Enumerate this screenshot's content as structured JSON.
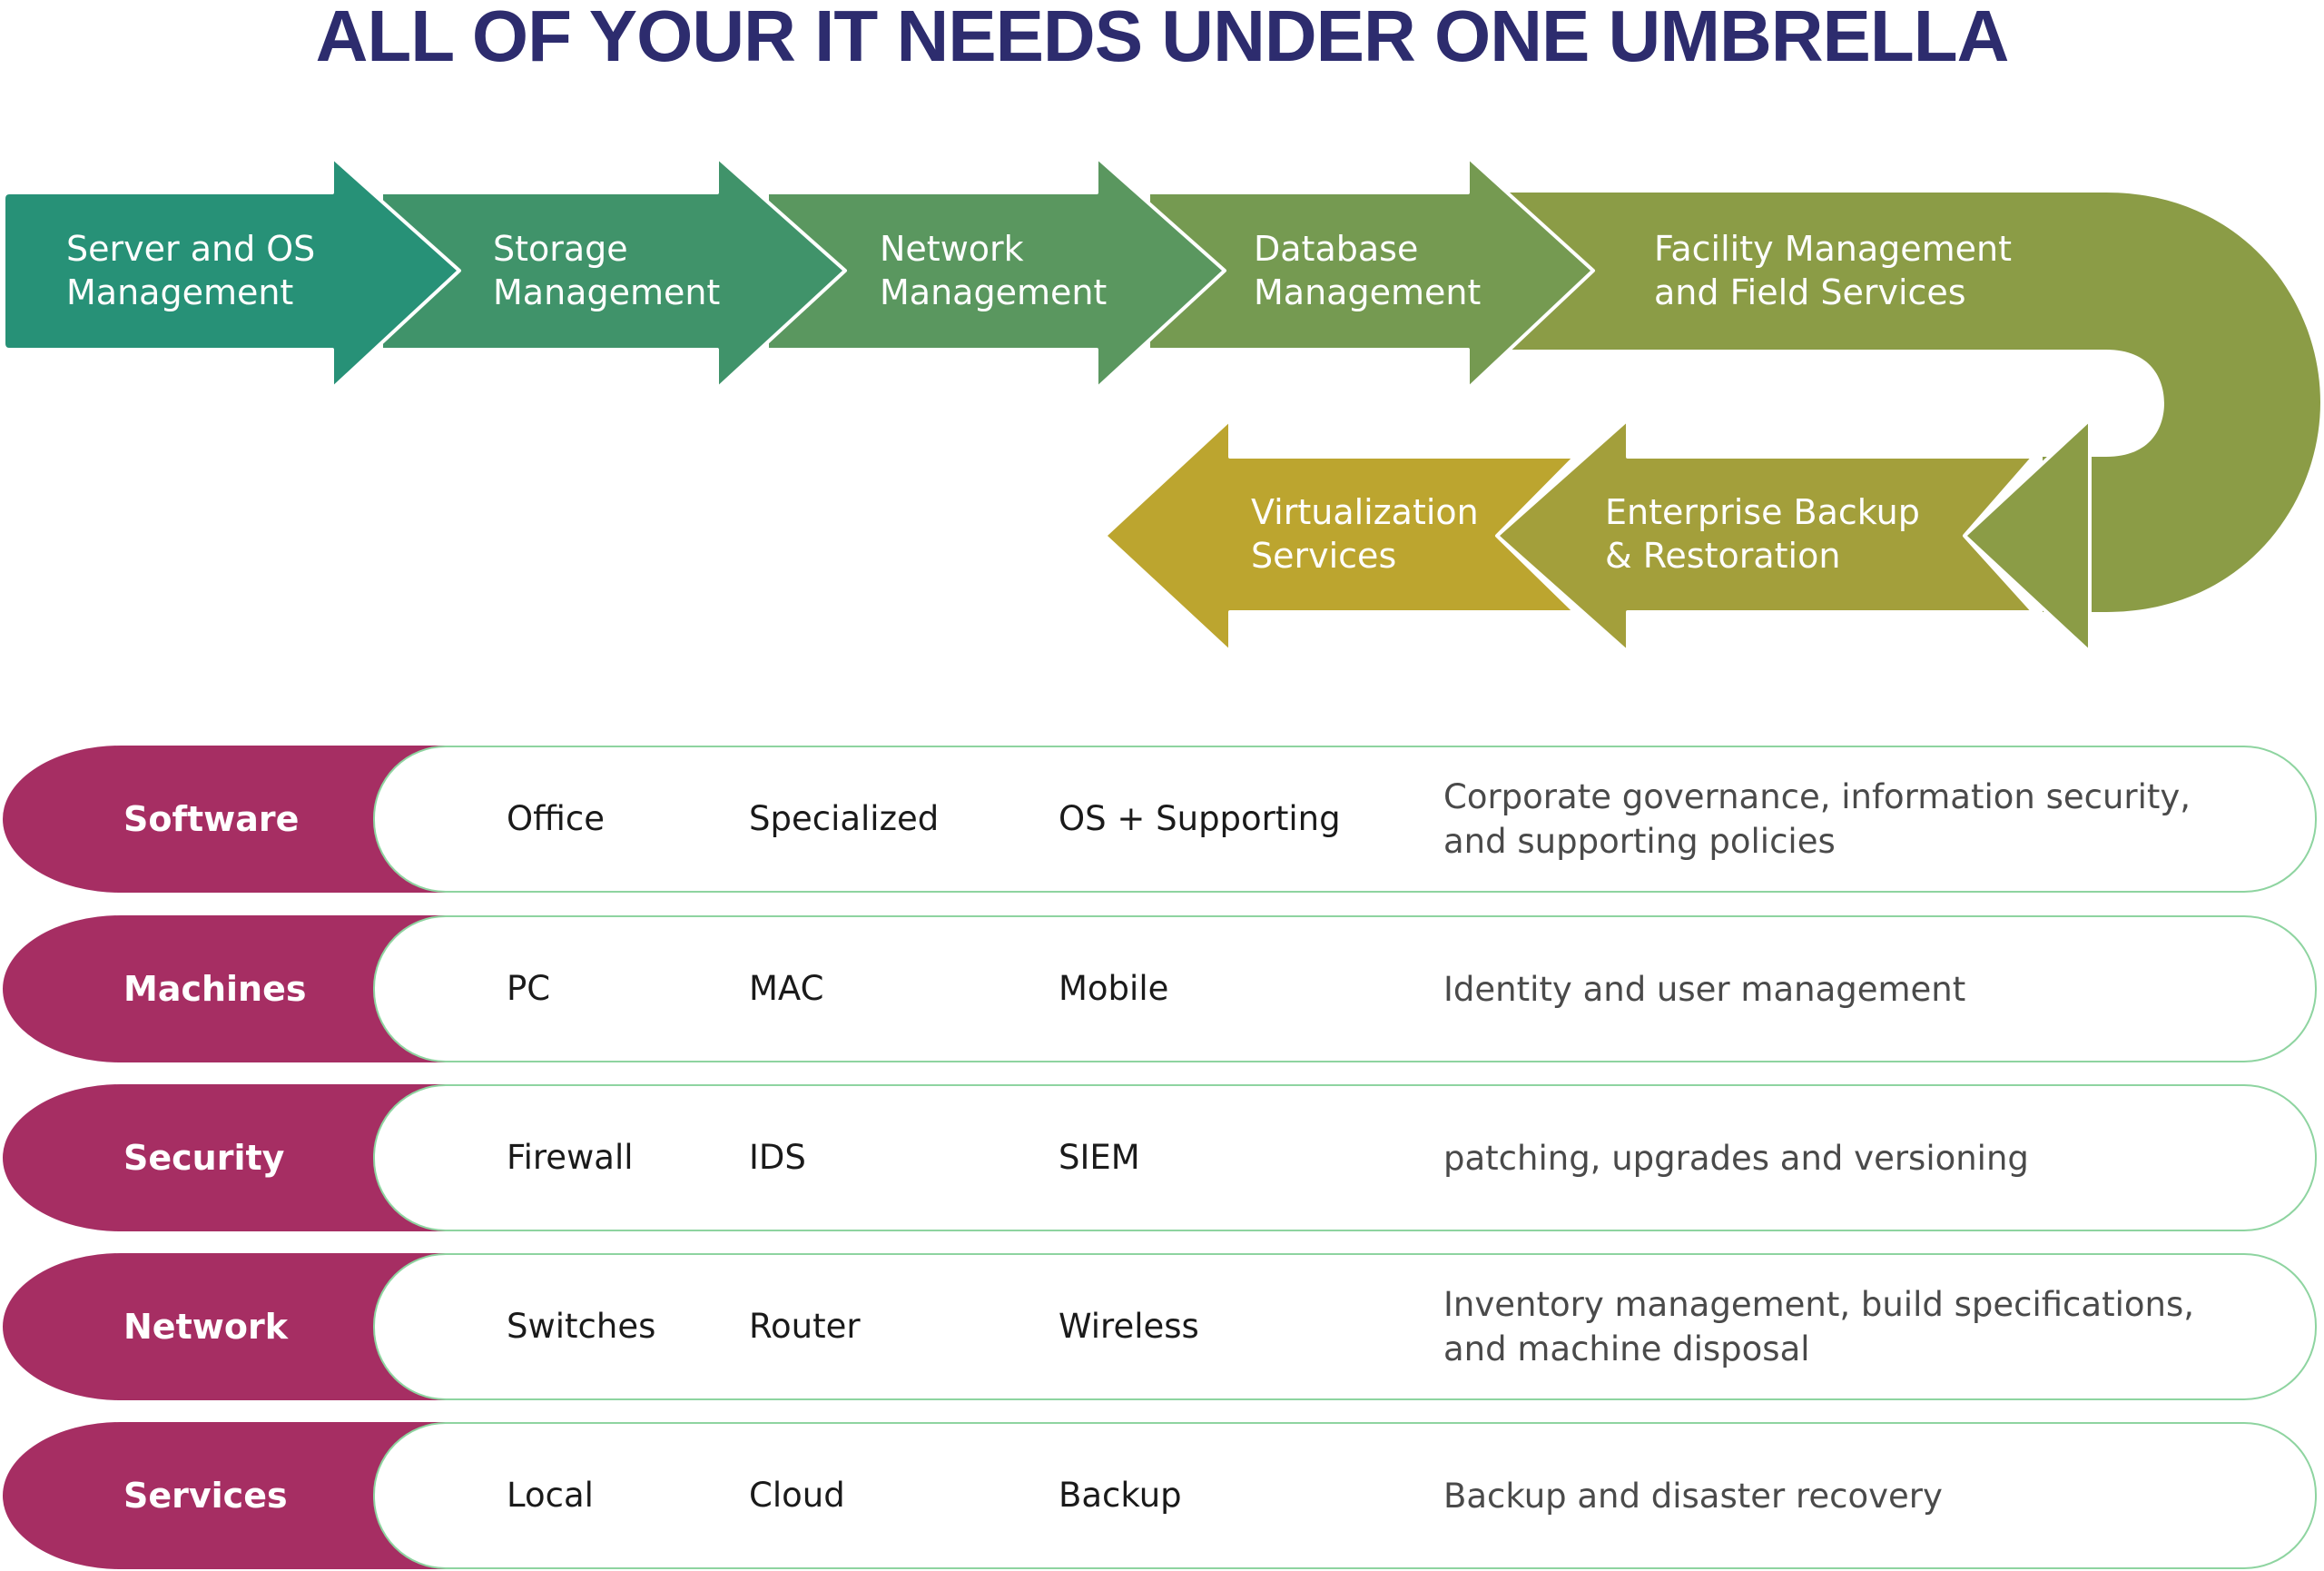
{
  "title": "ALL OF YOUR IT NEEDS UNDER ONE UMBRELLA",
  "flow": {
    "steps": [
      {
        "line1": "Server and OS",
        "line2": "Management",
        "color": "#279177"
      },
      {
        "line1": "Storage",
        "line2": "Management",
        "color": "#40936a"
      },
      {
        "line1": "Network",
        "line2": "Management",
        "color": "#5a975f"
      },
      {
        "line1": "Database",
        "line2": "Management",
        "color": "#759a51"
      },
      {
        "line1": "Facility Management",
        "line2": "and Field Services",
        "color": "#8b9c46"
      },
      {
        "line1": "Enterprise Backup",
        "line2": "& Restoration",
        "color": "#a39f3b"
      },
      {
        "line1": "Virtualization",
        "line2": "Services",
        "color": "#bca52f"
      }
    ]
  },
  "colors": {
    "title": "#2d2c6e",
    "category_pill": "#a62e63",
    "row_border": "#8ed4a0"
  },
  "rows": [
    {
      "category": "Software",
      "items": [
        "Office",
        "Specialized",
        "OS + Supporting"
      ],
      "description": [
        "Corporate governance, information security,",
        "and supporting policies"
      ]
    },
    {
      "category": "Machines",
      "items": [
        "PC",
        "MAC",
        "Mobile"
      ],
      "description": [
        "Identity and user management"
      ]
    },
    {
      "category": "Security",
      "items": [
        "Firewall",
        "IDS",
        "SIEM"
      ],
      "description": [
        "patching, upgrades and versioning"
      ]
    },
    {
      "category": "Network",
      "items": [
        "Switches",
        "Router",
        "Wireless"
      ],
      "description": [
        "Inventory management, build specifications,",
        "and machine disposal"
      ]
    },
    {
      "category": "Services",
      "items": [
        "Local",
        "Cloud",
        "Backup"
      ],
      "description": [
        "Backup and disaster recovery"
      ]
    }
  ]
}
